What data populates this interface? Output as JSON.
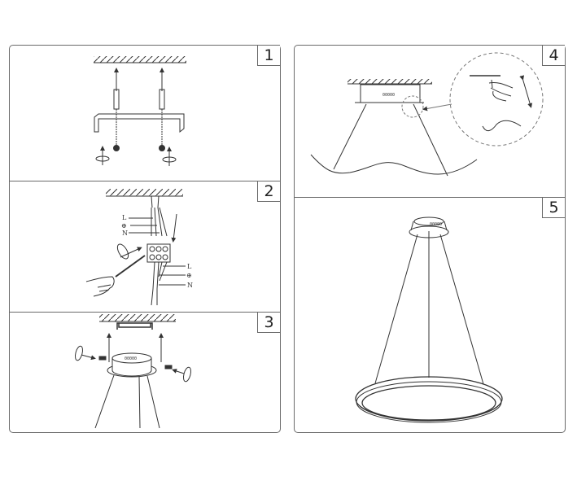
{
  "steps": [
    {
      "number": "1"
    },
    {
      "number": "2",
      "wire_labels_top": [
        "L",
        "⊕",
        "N"
      ],
      "wire_labels_bottom": [
        "L",
        "⊕",
        "N"
      ]
    },
    {
      "number": "3"
    },
    {
      "number": "4"
    },
    {
      "number": "5"
    }
  ],
  "canopy_marking": "00000",
  "line_color": "#333333",
  "border_color": "#6a6a6a"
}
